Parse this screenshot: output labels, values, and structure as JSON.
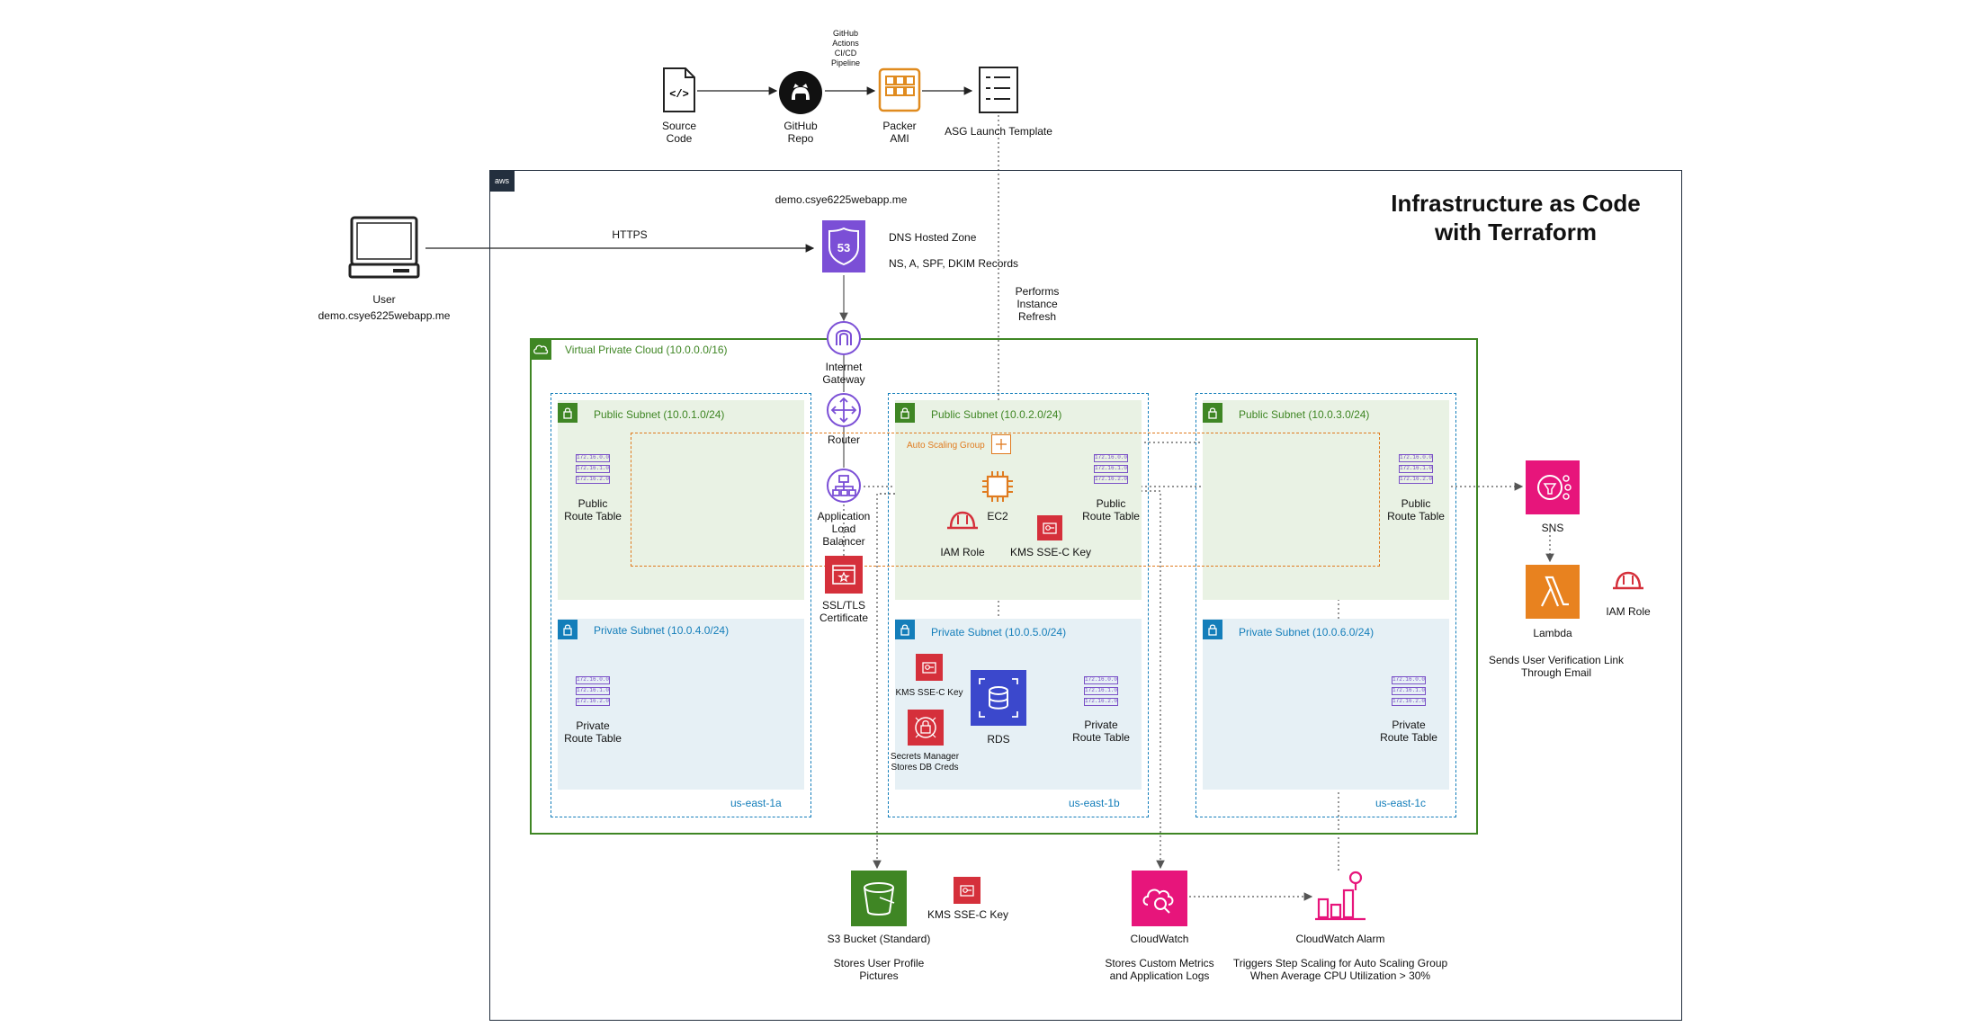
{
  "title": {
    "line1": "Infrastructure as Code",
    "line2": "with Terraform"
  },
  "pipeline": {
    "source_code": "Source\nCode",
    "github_repo": "GitHub\nRepo",
    "github_actions": "GitHub\nActions\nCI/CD\nPipeline",
    "packer_ami": "Packer\nAMI",
    "asg_launch_template": "ASG Launch Template"
  },
  "user": {
    "label": "User",
    "domain": "demo.csye6225webapp.me",
    "https": "HTTPS"
  },
  "aws_badge": "aws",
  "route53": {
    "domain": "demo.csye6225webapp.me",
    "hosted_zone": "DNS Hosted Zone",
    "records": "NS, A, SPF, DKIM Records",
    "icon_text": "53"
  },
  "instance_refresh": "Performs\nInstance\nRefresh",
  "vpc": {
    "label": "Virtual Private Cloud (10.0.0.0/16)"
  },
  "internet_gateway": "Internet\nGateway",
  "router": "Router",
  "alb": "Application\nLoad\nBalancer",
  "ssl": "SSL/TLS\nCertificate",
  "asg": "Auto Scaling Group",
  "ec2": "EC2",
  "iam_role_ec2": "IAM Role",
  "kms_ec2": "KMS SSE-C Key",
  "route_table_ips": [
    "172.16.0.0",
    "172.16.1.0",
    "172.16.2.0"
  ],
  "azs": [
    {
      "name": "us-east-1a",
      "public": "Public Subnet (10.0.1.0/24)",
      "private": "Private Subnet (10.0.4.0/24)"
    },
    {
      "name": "us-east-1b",
      "public": "Public Subnet (10.0.2.0/24)",
      "private": "Private Subnet (10.0.5.0/24)"
    },
    {
      "name": "us-east-1c",
      "public": "Public Subnet (10.0.3.0/24)",
      "private": "Private Subnet (10.0.6.0/24)"
    }
  ],
  "public_route_table": "Public\nRoute Table",
  "private_route_table": "Private\nRoute Table",
  "rds": "RDS",
  "kms_rds": "KMS SSE-C Key",
  "secrets_manager": "Secrets Manager\nStores DB Creds",
  "sns": "SNS",
  "lambda": "Lambda",
  "iam_role_lambda": "IAM Role",
  "lambda_desc": "Sends User Verification Link\nThrough Email",
  "s3": {
    "label": "S3 Bucket (Standard)",
    "desc": "Stores User Profile\nPictures"
  },
  "kms_s3": "KMS SSE-C Key",
  "cloudwatch": {
    "label": "CloudWatch",
    "desc": "Stores Custom Metrics\nand Application Logs"
  },
  "cloudwatch_alarm": {
    "label": "CloudWatch Alarm",
    "desc": "Triggers Step Scaling for Auto Scaling Group\nWhen Average CPU Utilization > 30%"
  },
  "colors": {
    "vpc_green": "#3f8624",
    "public_fill": "#e9f2e4",
    "private_fill": "#e6f0f5",
    "az_blue": "#147eba",
    "asg_orange": "#e07b1f",
    "route53_purple": "#7b4fd6",
    "red": "#d5303b",
    "pink": "#e7157b",
    "s3_green": "#3f8624",
    "rds_blue": "#3b48cc"
  }
}
